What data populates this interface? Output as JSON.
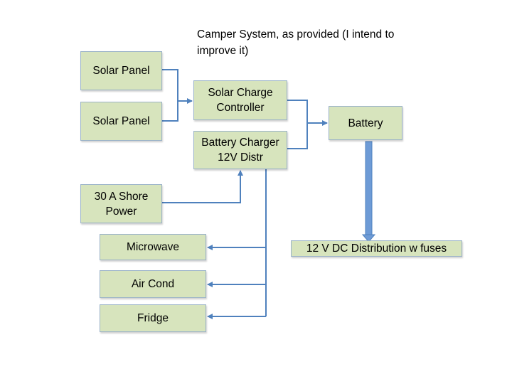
{
  "title": "Camper System, as provided (I intend to improve it)",
  "colors": {
    "box_fill": "#d7e4bd",
    "box_border": "#9bb3c9",
    "connector": "#4f81bd",
    "big_arrow": "#6e9bd6"
  },
  "nodes": {
    "solar_panel_1": "Solar Panel",
    "solar_panel_2": "Solar Panel",
    "solar_charge_controller": "Solar Charge Controller",
    "battery_charger": "Battery Charger 12V Distr",
    "battery": "Battery",
    "shore_power": "30 A Shore Power",
    "microwave": "Microwave",
    "air_cond": "Air Cond",
    "fridge": "Fridge",
    "dc_distribution": "12 V DC Distribution w fuses"
  },
  "edges": [
    {
      "from": "solar_panel_1",
      "to": "solar_charge_controller"
    },
    {
      "from": "solar_panel_2",
      "to": "solar_charge_controller"
    },
    {
      "from": "solar_charge_controller",
      "to": "battery"
    },
    {
      "from": "battery_charger",
      "to": "battery"
    },
    {
      "from": "shore_power",
      "to": "battery_charger"
    },
    {
      "from": "battery_charger",
      "to": "microwave"
    },
    {
      "from": "battery_charger",
      "to": "air_cond"
    },
    {
      "from": "battery_charger",
      "to": "fridge"
    },
    {
      "from": "battery",
      "to": "dc_distribution"
    }
  ]
}
